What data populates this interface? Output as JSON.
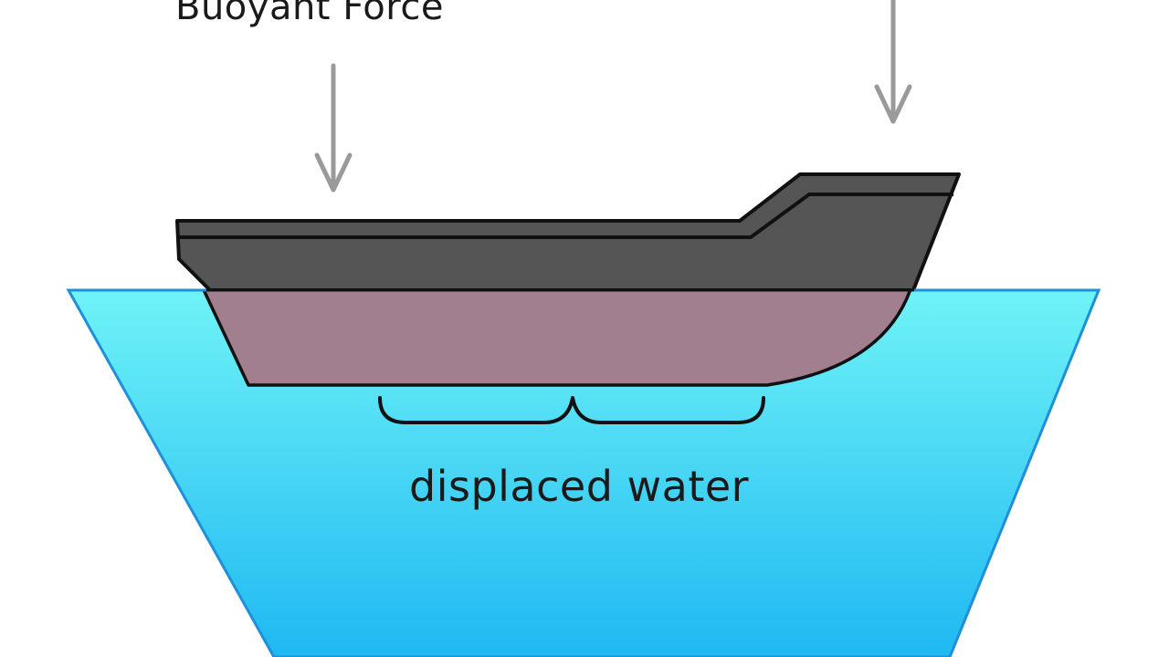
{
  "labels": {
    "buoyant_force": "Buoyant Force",
    "displaced_water": "displaced water"
  },
  "icons": {
    "left_arrow": "down-arrow",
    "right_arrow": "down-arrow",
    "brace": "curly-brace"
  },
  "colors": {
    "water_top": "#6ff3f7",
    "water_bottom": "#1fb8f2",
    "water_edge": "#1f8fd9",
    "hull_above": "#555556",
    "hull_below": "#a27f8f",
    "outline": "#111111",
    "arrow": "#9a9a9a"
  }
}
